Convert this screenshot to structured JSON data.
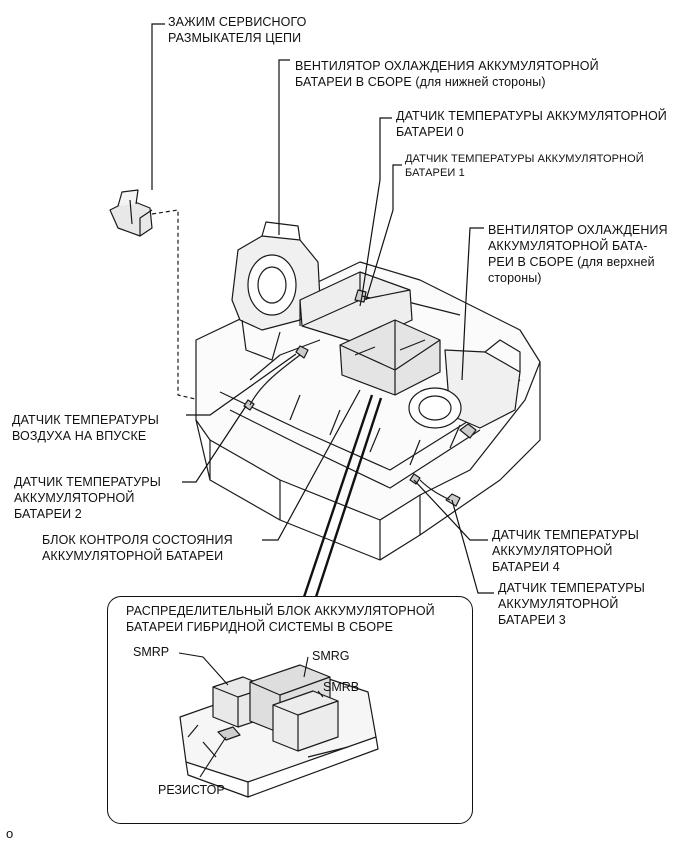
{
  "labels": {
    "service_plug_clamp": [
      "ЗАЖИМ СЕРВИСНОГО",
      "РАЗМЫКАТЕЛЯ ЦЕПИ"
    ],
    "fan_lower": [
      "ВЕНТИЛЯТОР ОХЛАЖДЕНИЯ АККУМУЛЯТОРНОЙ",
      "БАТАРЕИ В СБОРЕ (для нижней стороны)"
    ],
    "temp_sensor_0": [
      "ДАТЧИК ТЕМПЕРАТУРЫ АККУМУЛЯТОРНОЙ",
      "БАТАРЕИ 0"
    ],
    "temp_sensor_1": [
      "ДАТЧИК ТЕМПЕРАТУРЫ АККУМУЛЯТОРНОЙ",
      "БАТАРЕИ 1"
    ],
    "fan_upper": [
      "ВЕНТИЛЯТОР ОХЛАЖДЕНИЯ",
      "АККУМУЛЯТОРНОЙ БАТА-",
      "РЕИ В СБОРЕ (для верхней",
      "стороны)"
    ],
    "intake_air_sensor": [
      "ДАТЧИК ТЕМПЕРАТУРЫ",
      "ВОЗДУХА НА ВПУСКЕ"
    ],
    "temp_sensor_2": [
      "ДАТЧИК ТЕМПЕРАТУРЫ",
      "АККУМУЛЯТОРНОЙ",
      "БАТАРЕИ 2"
    ],
    "battery_ecu": [
      "БЛОК КОНТРОЛЯ СОСТОЯНИЯ",
      "АККУМУЛЯТОРНОЙ БАТАРЕИ"
    ],
    "temp_sensor_4": [
      "ДАТЧИК ТЕМПЕРАТУРЫ",
      "АККУМУЛЯТОРНОЙ",
      "БАТАРЕИ 4"
    ],
    "temp_sensor_3": [
      "ДАТЧИК ТЕМПЕРАТУРЫ",
      "АККУМУЛЯТОРНОЙ",
      "БАТАРЕИ 3"
    ]
  },
  "inset": {
    "title": [
      "РАСПРЕДЕЛИТЕЛЬНЫЙ БЛОК АККУМУЛЯТОРНОЙ",
      "БАТАРЕИ ГИБРИДНОЙ СИСТЕМЫ В СБОРЕ"
    ],
    "smrp": "SMRP",
    "smrg": "SMRG",
    "smrb": "SMRB",
    "resistor": "РЕЗИСТОР"
  },
  "footnote": "o"
}
